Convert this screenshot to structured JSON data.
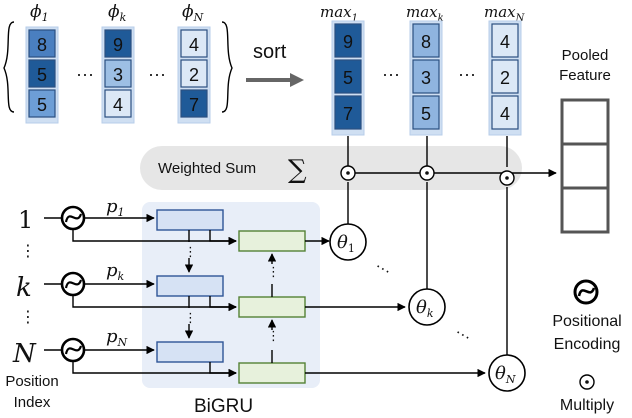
{
  "input_group": {
    "labels": [
      "ϕ",
      "ϕ",
      "ϕ"
    ],
    "subs": [
      "1",
      "k",
      "N"
    ],
    "columns": [
      {
        "values": [
          "8",
          "5",
          "5"
        ],
        "colors": [
          "#4a7fc0",
          "#1f5a98",
          "#6d9ed6"
        ],
        "text_colors": [
          "#111",
          "#111",
          "#111"
        ]
      },
      {
        "values": [
          "9",
          "3",
          "4"
        ],
        "colors": [
          "#1f5a98",
          "#9dbfe4",
          "#dce8f6"
        ],
        "text_colors": [
          "#111",
          "#111",
          "#111"
        ]
      },
      {
        "values": [
          "4",
          "2",
          "7"
        ],
        "colors": [
          "#dce8f6",
          "#dce8f6",
          "#1f5a98"
        ],
        "text_colors": [
          "#111",
          "#111",
          "#111"
        ]
      }
    ],
    "ellipsis": "···"
  },
  "sort_label": "sort",
  "sorted_group": {
    "labels": [
      "max",
      "max",
      "max"
    ],
    "subs": [
      "1",
      "k",
      "N"
    ],
    "columns": [
      {
        "values": [
          "9",
          "5",
          "7"
        ],
        "colors": [
          "#1f5a98",
          "#1f5a98",
          "#1f5a98"
        ]
      },
      {
        "values": [
          "8",
          "3",
          "5"
        ],
        "colors": [
          "#8fb4df",
          "#8fb4df",
          "#8fb4df"
        ]
      },
      {
        "values": [
          "4",
          "2",
          "4"
        ],
        "colors": [
          "#dce8f6",
          "#dce8f6",
          "#dce8f6"
        ]
      }
    ],
    "ellipsis": "···"
  },
  "pooled": {
    "line1": "Pooled",
    "line2": "Feature",
    "cells": 3
  },
  "weighted_sum": {
    "label": "Weighted Sum",
    "symbol": "∑"
  },
  "inputs": [
    {
      "index": "1",
      "p": "p",
      "sub": "1"
    },
    {
      "index": "k",
      "p": "p",
      "sub": "k"
    },
    {
      "index": "N",
      "p": "p",
      "sub": "N"
    }
  ],
  "vdots": "⋮",
  "position_index": {
    "line1": "Position",
    "line2": "Index"
  },
  "bigru_label": "BiGRU",
  "thetas": [
    {
      "sym": "θ",
      "sub": "1"
    },
    {
      "sym": "θ",
      "sub": "k"
    },
    {
      "sym": "θ",
      "sub": "N"
    }
  ],
  "legend": {
    "pe_line1": "Positional",
    "pe_line2": "Encoding",
    "multiply": "Multiply"
  },
  "colors": {
    "bigru_bg": "#e8eef8",
    "fwd_box": "#d6e2f4",
    "fwd_stroke": "#2f5597",
    "bwd_box": "#e7f1dc",
    "bwd_stroke": "#548235",
    "ws_bg": "#e6e6e6"
  }
}
